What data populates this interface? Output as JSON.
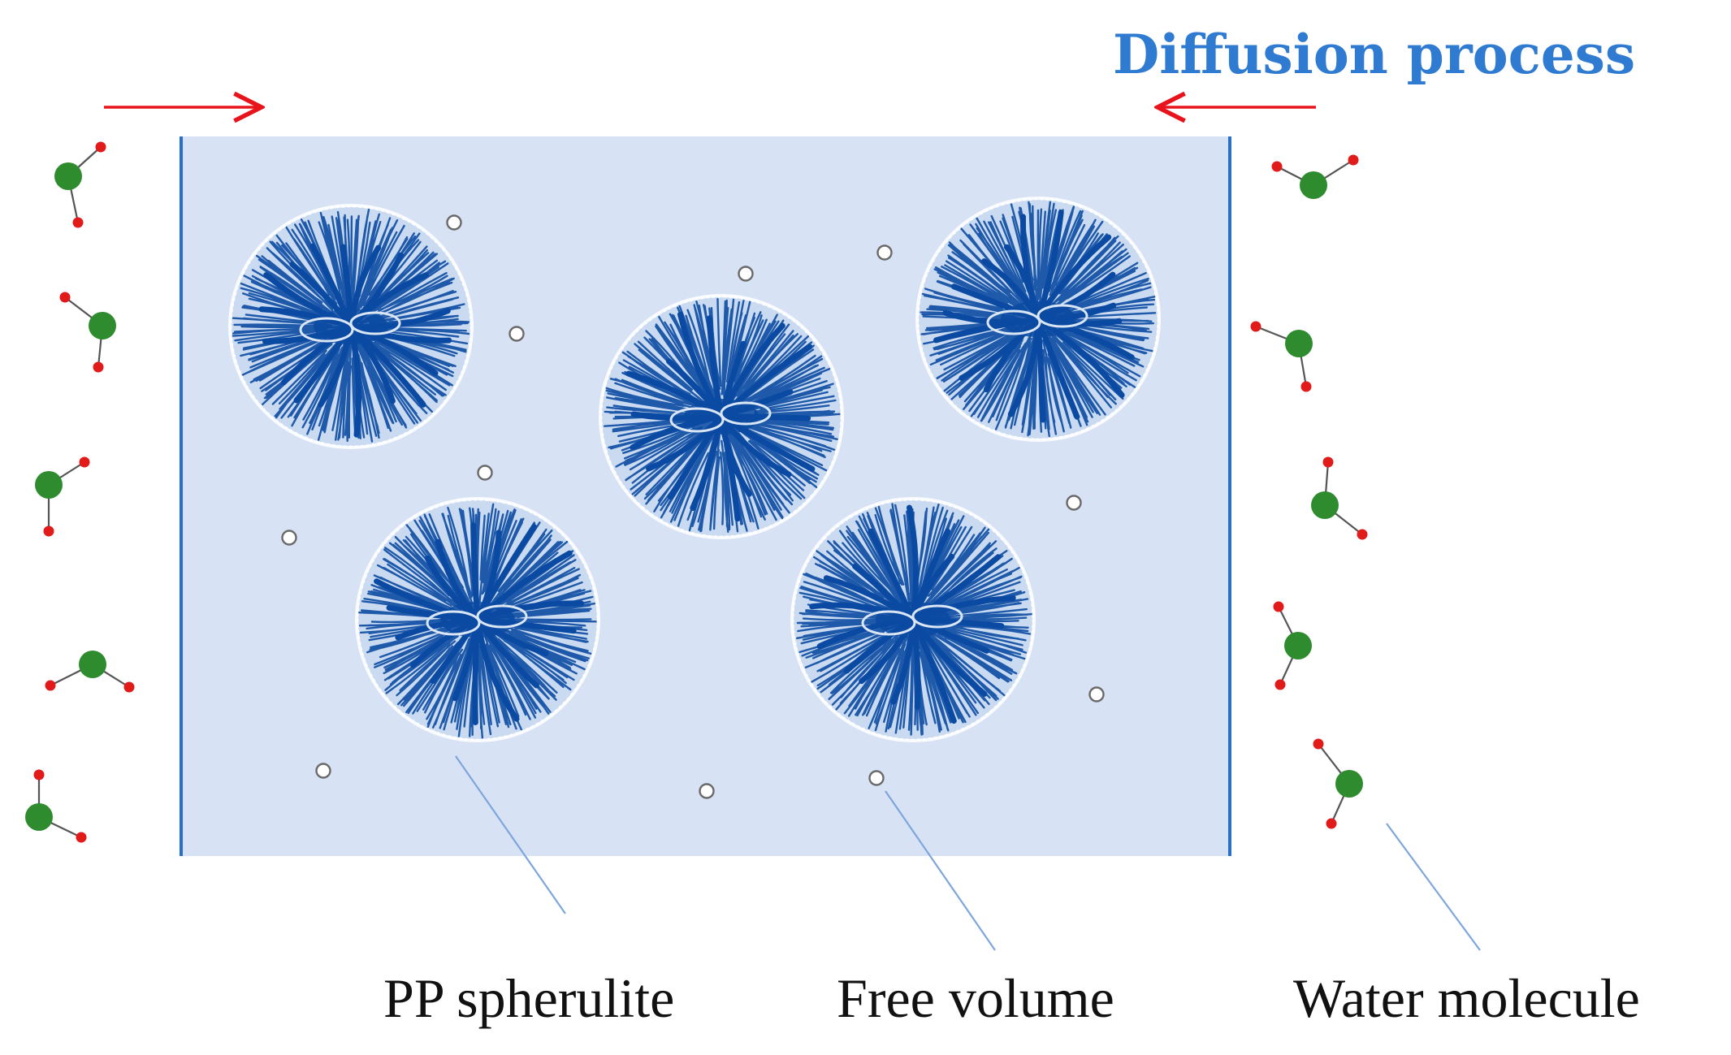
{
  "title": "Diffusion process",
  "labels": {
    "spherulite": "PP spherulite",
    "free_volume": "Free volume",
    "water_molecule": "Water molecule"
  },
  "colors": {
    "title": "#2e7bd1",
    "arrow": "#e8141b",
    "film_fill": "#d7e3f4",
    "film_edge": "#2a6fc4",
    "spherulite": "#0b4aa2",
    "oxygen_atom": "#2e8b2e",
    "hydrogen_atom": "#e11a1a",
    "free_volume_stroke": "#6a6a6a",
    "leader_line": "#7ea6dc"
  },
  "icons": {
    "spherulite": "spherulite-icon",
    "free_volume": "free-volume-void-icon",
    "water_molecule": "water-molecule-icon",
    "arrow": "arrow-icon"
  }
}
